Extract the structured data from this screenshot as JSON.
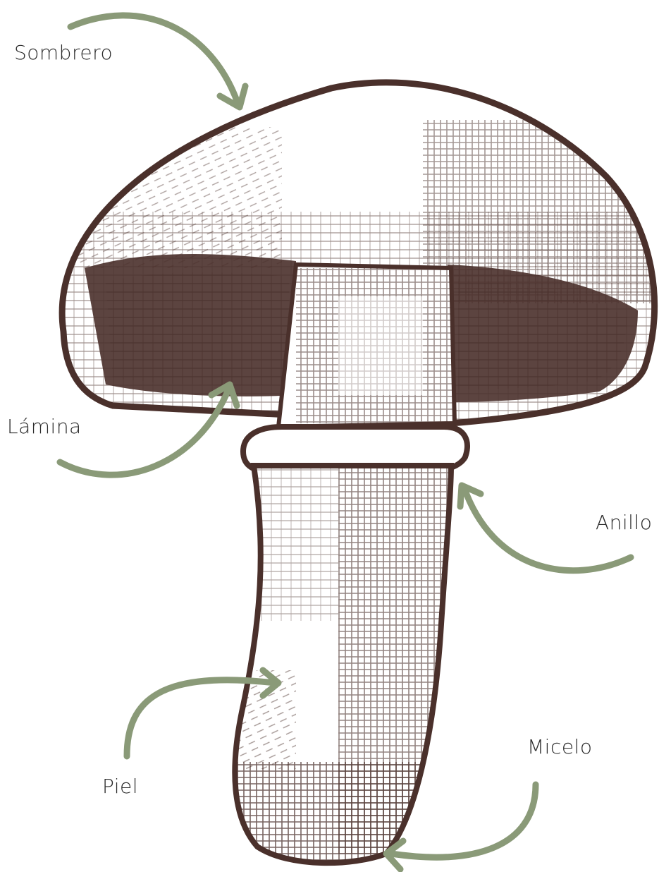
{
  "labels": {
    "sombrero": "Sombrero",
    "lamina": "Lámina",
    "anillo": "Anillo",
    "piel": "Piel",
    "micelo": "Micelo"
  },
  "colors": {
    "ink": "#4a302b",
    "arrow": "#8a9a78",
    "background": "#ffffff",
    "text": "#2b2b2b"
  }
}
